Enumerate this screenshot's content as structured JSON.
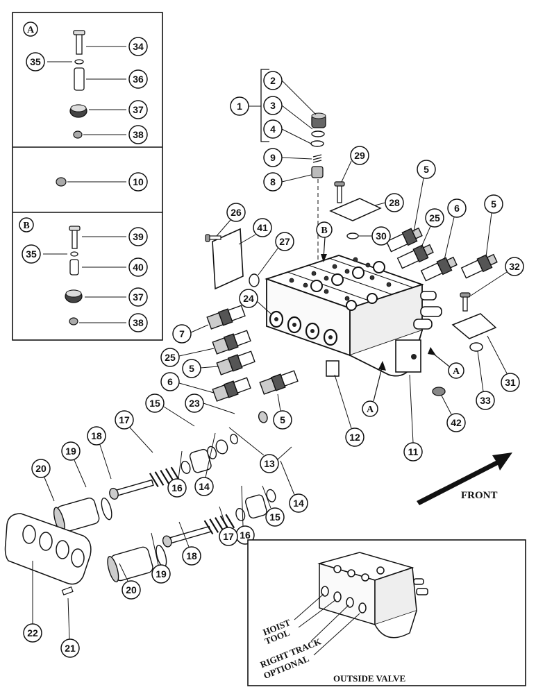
{
  "colors": {
    "ink": "#111111",
    "paper": "#ffffff",
    "shade": "#555555"
  },
  "callouts": [
    "1",
    "2",
    "3",
    "4",
    "5",
    "6",
    "7",
    "8",
    "9",
    "10",
    "11",
    "12",
    "13",
    "14",
    "15",
    "16",
    "17",
    "18",
    "19",
    "20",
    "21",
    "22",
    "23",
    "24",
    "25",
    "26",
    "27",
    "28",
    "29",
    "30",
    "31",
    "32",
    "33",
    "34",
    "35",
    "36",
    "37",
    "38",
    "39",
    "40",
    "41",
    "42"
  ],
  "detail_a": {
    "letter": "A"
  },
  "detail_b": {
    "letter": "B"
  },
  "view_markers": {
    "a": "A",
    "b": "B"
  },
  "front_label": "FRONT",
  "inset": {
    "caption": "OUTSIDE VALVE",
    "labels": [
      "HOIST",
      "TOOL",
      "RIGHT TRACK",
      "OPTIONAL"
    ]
  }
}
